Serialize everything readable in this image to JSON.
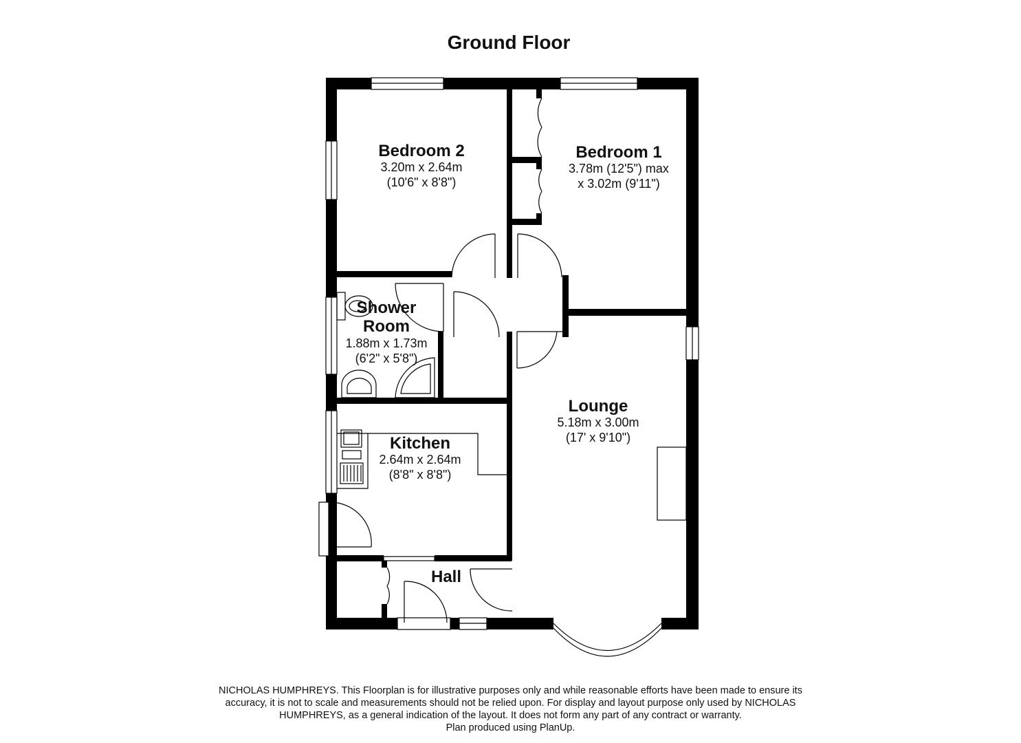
{
  "title": "Ground Floor",
  "rooms": {
    "bedroom2": {
      "name": "Bedroom 2",
      "dim1": "3.20m x 2.64m",
      "dim2": "(10'6\" x 8'8\")"
    },
    "bedroom1": {
      "name": "Bedroom 1",
      "dim1": "3.78m (12'5\") max",
      "dim2": "x 3.02m (9'11\")"
    },
    "shower": {
      "name1": "Shower",
      "name2": "Room",
      "dim1": "1.88m x 1.73m",
      "dim2": "(6'2\" x 5'8\")"
    },
    "kitchen": {
      "name": "Kitchen",
      "dim1": "2.64m x 2.64m",
      "dim2": "(8'8\" x 8'8\")"
    },
    "lounge": {
      "name": "Lounge",
      "dim1": "5.18m x 3.00m",
      "dim2": "(17' x 9'10\")"
    },
    "hall": {
      "name": "Hall"
    }
  },
  "disclaimer": {
    "line1": "NICHOLAS HUMPHREYS. This Floorplan is for illustrative purposes only and while reasonable efforts have been made to ensure its",
    "line2": "accuracy, it is not to scale and measurements should not be relied upon. For display and layout purpose only used by NICHOLAS",
    "line3": "HUMPHREYS, as a general indication of the layout. It does not form any part of any contract or warranty.",
    "line4": "Plan produced using PlanUp."
  }
}
